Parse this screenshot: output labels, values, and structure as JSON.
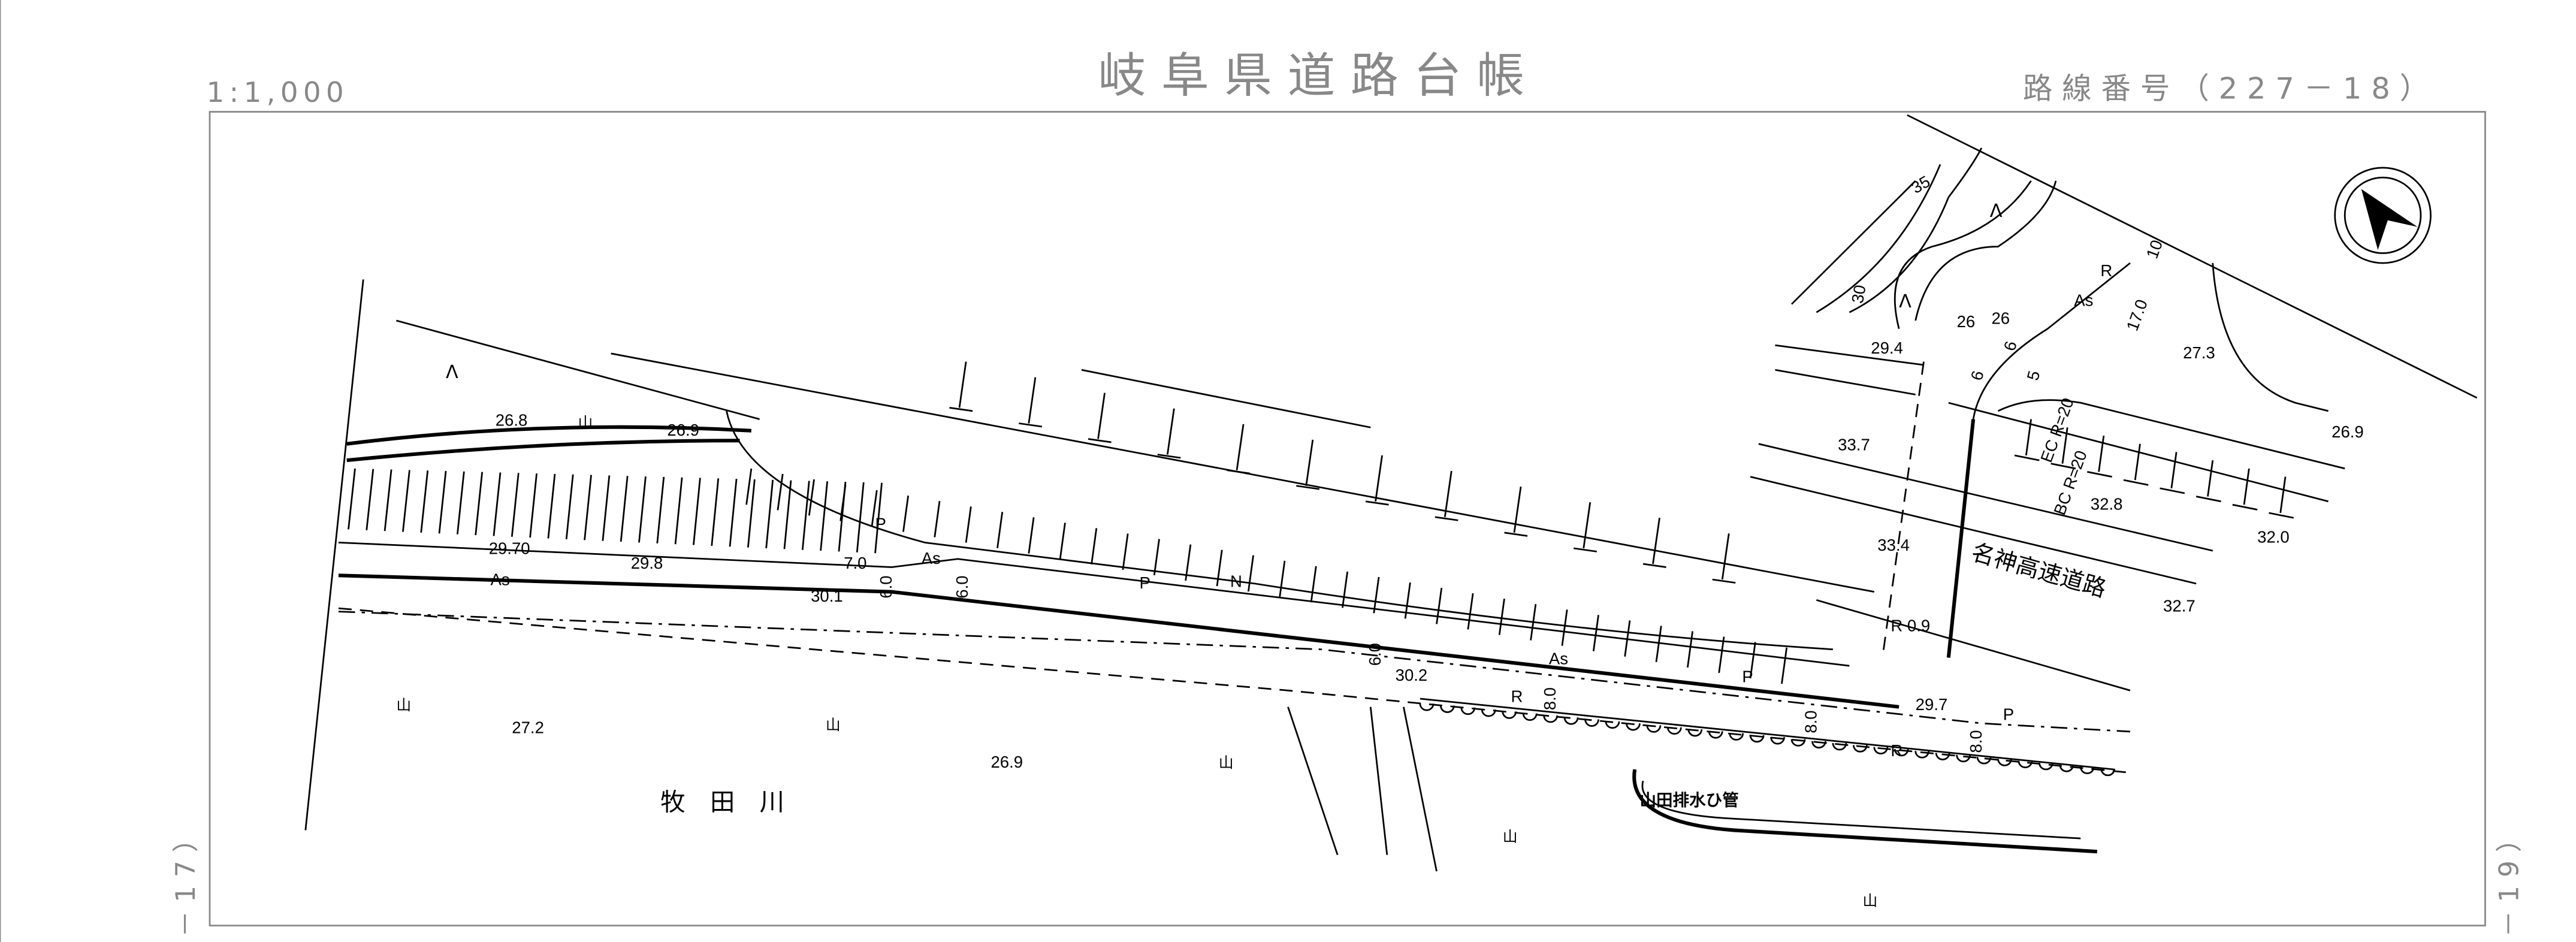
{
  "header": {
    "scale": "1:1,000",
    "title": "岐 阜 県 道 路 台 帳",
    "route": "路 線 番 号 （ 2 2 7 －  1 8 ）",
    "left_sheet": "－ 1 7 ）",
    "right_sheet": "－ 1 9 ）"
  },
  "map": {
    "labels": {
      "e268": "26.8",
      "e269a": "26.9",
      "e2970": "29.70",
      "e298": "29.8",
      "as1": "As",
      "e301": "30.1",
      "w70": "7.0",
      "w60a": "6.0",
      "as2": "As",
      "w60b": "6.0",
      "p1": "P",
      "n1": "N",
      "w60c": "6.0",
      "e302": "30.2",
      "as3": "As",
      "w80a": "8.0",
      "r1": "R",
      "w80b": "8.0",
      "e297": "29.7",
      "r2": "R",
      "w80c": "8.0",
      "p2": "P",
      "p3": "P",
      "p4": "P",
      "e272": "27.2",
      "e269b": "26.9",
      "e337": "33.7",
      "e334": "33.4",
      "e294": "29.4",
      "e26a": "26",
      "e26b": "26",
      "e273": "27.3",
      "w170": "17.0",
      "w10": "10",
      "r3": "R",
      "as4": "As",
      "w6a": "6",
      "w6b": "6",
      "w5": "5",
      "e328": "32.8",
      "e320": "32.0",
      "e269c": "26.9",
      "e327": "32.7",
      "r09": "R 0.9",
      "bc": "BC R=20",
      "ec": "EC R=20",
      "c35": "35",
      "c30": "30"
    },
    "names": {
      "river": "牧　田　川",
      "drain": "山田排水ひ管",
      "expressway": "名神高速道路"
    },
    "symbols": {
      "mountain": "山",
      "wasteland": "Λ"
    },
    "compass": "north-arrow"
  }
}
